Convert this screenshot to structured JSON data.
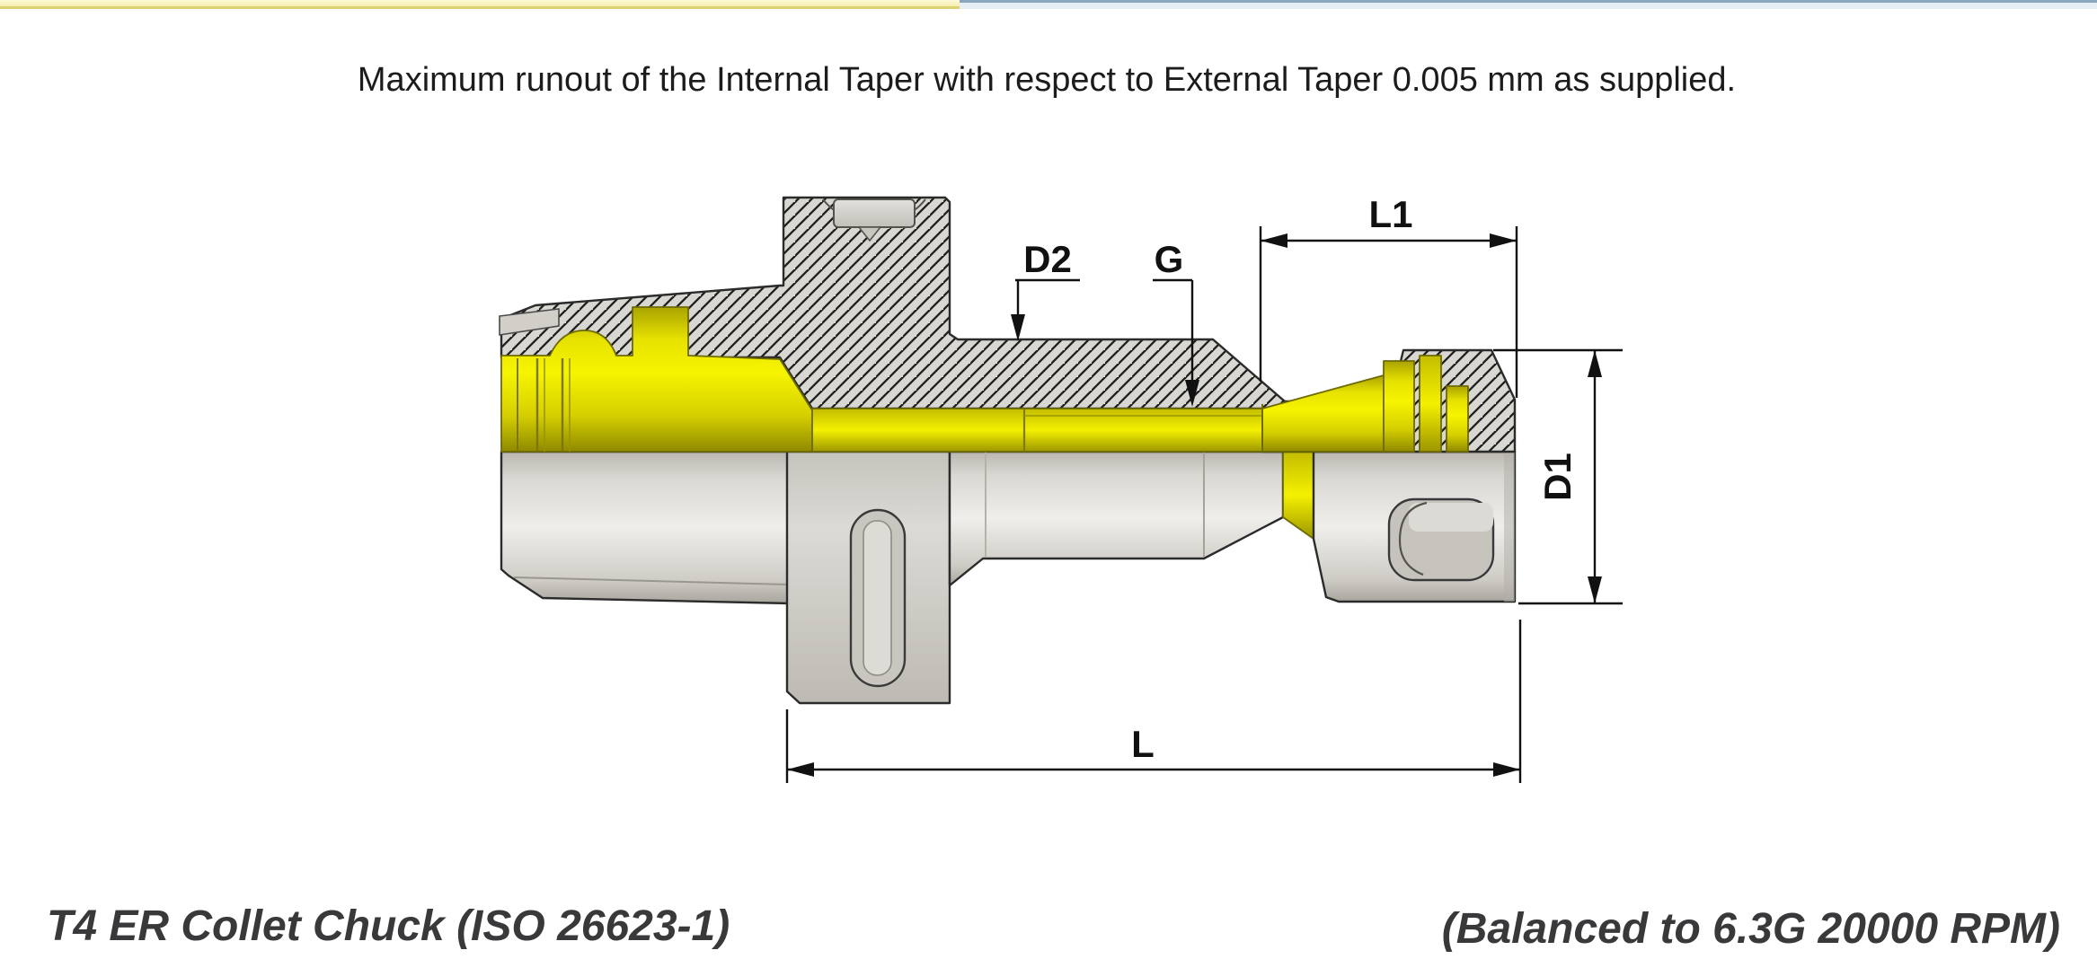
{
  "top_bar": {
    "left_color": "#f5efae",
    "left_border": "#ddd272",
    "right_color": "#e6edf3",
    "right_border": "#8ba6bc"
  },
  "note": "Maximum runout of the Internal Taper with respect to External Taper 0.005 mm as supplied.",
  "drawing": {
    "labels": {
      "d2": "D2",
      "g": "G",
      "l1": "L1",
      "d1": "D1",
      "l": "L"
    },
    "colors": {
      "gold": "#e8e300",
      "steel": "#d9d7d2",
      "hatch_line": "#1f1f1f",
      "outline": "#2b2b2b"
    }
  },
  "footer": {
    "left": "T4 ER Collet Chuck (ISO 26623-1)",
    "right": "(Balanced to 6.3G 20000 RPM)"
  }
}
